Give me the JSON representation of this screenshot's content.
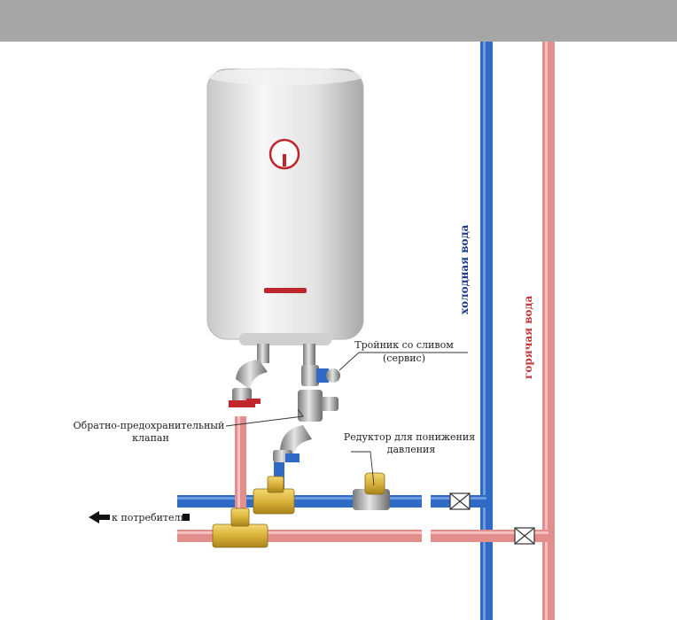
{
  "labels": {
    "tee_drain_line1": "Тройник со сливом",
    "tee_drain_line2": "(сервис)",
    "check_valve_line1": "Обратно-предохранительный",
    "check_valve_line2": "клапан",
    "reducer_line1": "Редуктор для понижения",
    "reducer_line2": "давления",
    "to_consumer": "к потребителю",
    "cold_water": "холодная вода",
    "hot_water": "горячая вода"
  },
  "colors": {
    "ceiling": "#a6a6a6",
    "cold_pipe": "#2f6bc4",
    "hot_pipe": "#e38d8d",
    "brass": "#d9b23a",
    "chrome": "#9a9a9a",
    "heater_body": "#e6e6e6",
    "indicator_red": "#c0272d",
    "cold_label": "#1f3a8a",
    "hot_label": "#c43a3a"
  },
  "icons": {
    "arrow": "left-arrow-icon",
    "valve": "gate-valve-icon"
  }
}
